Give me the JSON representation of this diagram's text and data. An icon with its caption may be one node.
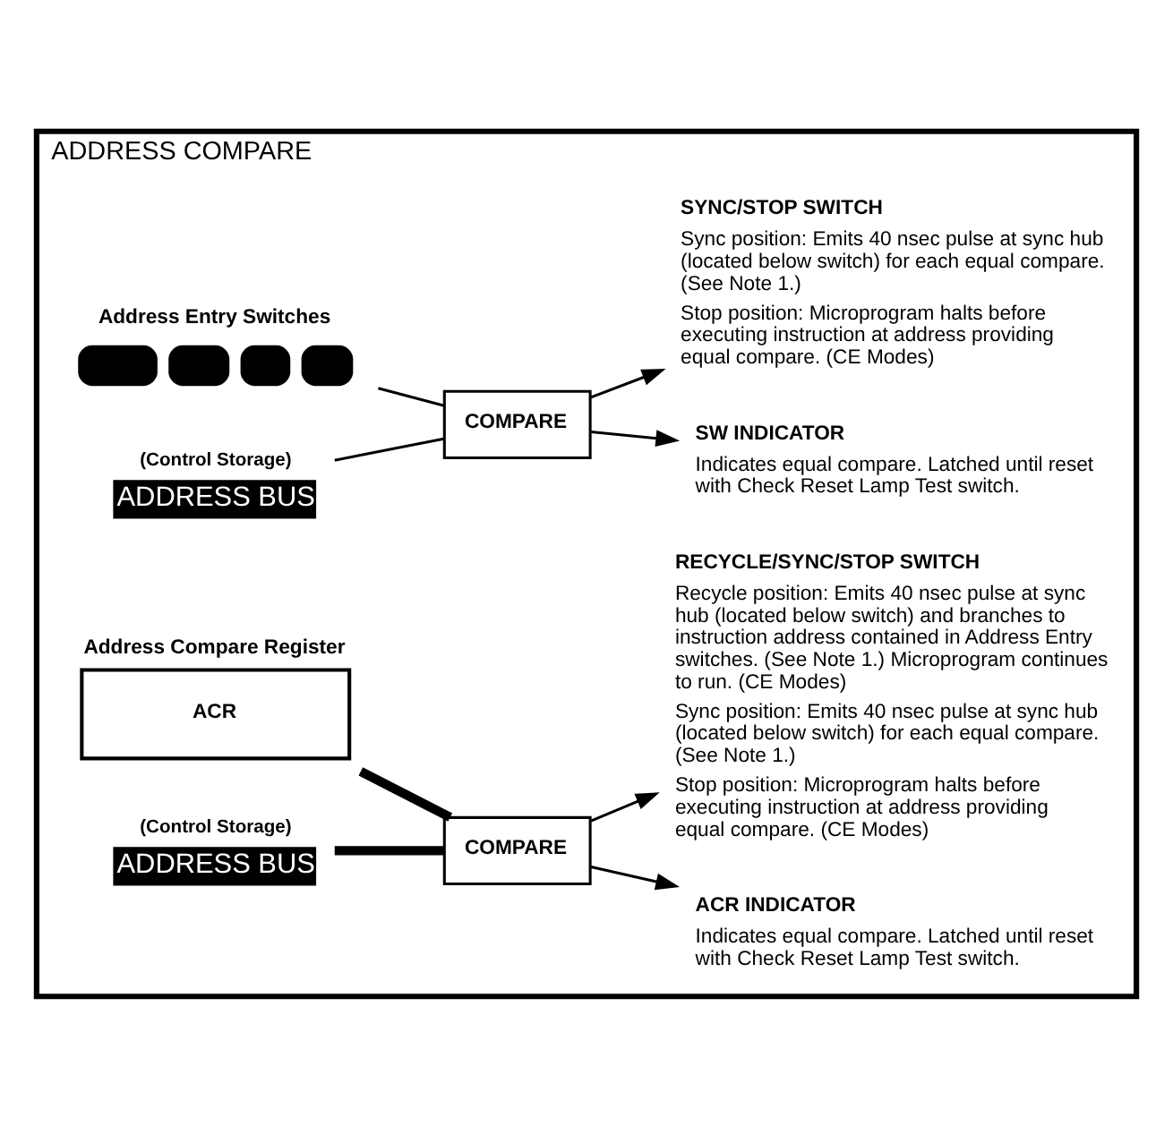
{
  "diagram": {
    "nodes": [
      {
        "text": [
          "ADDRESS COMPARE"
        ]
      },
      {
        "text": [
          "Address Entry Switches"
        ],
        "in": 0
      },
      {
        "text": [
          "ADDRESS BUS"
        ],
        "beside": [
          "(Control Storage)"
        ],
        "in": 0
      },
      {
        "text": [
          "COMPARE"
        ],
        "in": 0
      },
      {
        "text": [
          "SW INDICATOR",
          "Indicates equal compare. Latched until reset with Check Reset Lamp Test switch."
        ],
        "in": 0
      },
      {
        "text": [
          "SYNC/STOP SWITCH",
          "Sync position: Emits 40 nsec pulse at sync hub (located below switch) for each equal compare. (See Note 1.)",
          "Stop position: Microprogram halts before executing instruction at address providing equal compare. (CE Modes)"
        ],
        "in": 0
      },
      {
        "text": [
          "Address Compare Register",
          "ACR"
        ],
        "in": 0
      },
      {
        "text": [
          "ADDRESS BUS"
        ],
        "beside": [
          "(Control Storage)"
        ],
        "in": 0
      },
      {
        "text": [
          "COMPARE"
        ],
        "in": 0
      },
      {
        "text": [
          "ACR INDICATOR",
          "Indicates equal compare. Latched until reset with Check Reset Lamp Test switch."
        ],
        "in": 0
      },
      {
        "text": [
          "RECYCLE/SYNC/STOP SWITCH",
          "Recycle position: Emits 40 nsec pulse at sync hub (located below switch) and branches to instruction address contained in Address Entry switches. (See Note 1.) Microprogram continues to run. (CE Modes)",
          "Sync position: Emits 40 nsec pulse at sync hub (located below switch) for each equal compare. (See Note 1.)",
          "Stop position: Microprogram halts before executing instruction at address providing equal compare. (CE Modes)"
        ],
        "in": 0
      }
    ],
    "edges": [
      {
        "from": 1,
        "to": 3,
        "arrow": "none"
      },
      {
        "from": 2,
        "to": 3,
        "arrow": "none"
      },
      {
        "from": 3,
        "to": 4,
        "arrow": "to"
      },
      {
        "from": 3,
        "to": 5,
        "arrow": "to"
      },
      {
        "from": 6,
        "to": 8,
        "arrow": "none",
        "style": "thick"
      },
      {
        "from": 7,
        "to": 8,
        "arrow": "none",
        "style": "thick"
      },
      {
        "from": 8,
        "to": 9,
        "arrow": "to"
      },
      {
        "from": 8,
        "to": 10,
        "arrow": "to"
      }
    ]
  }
}
